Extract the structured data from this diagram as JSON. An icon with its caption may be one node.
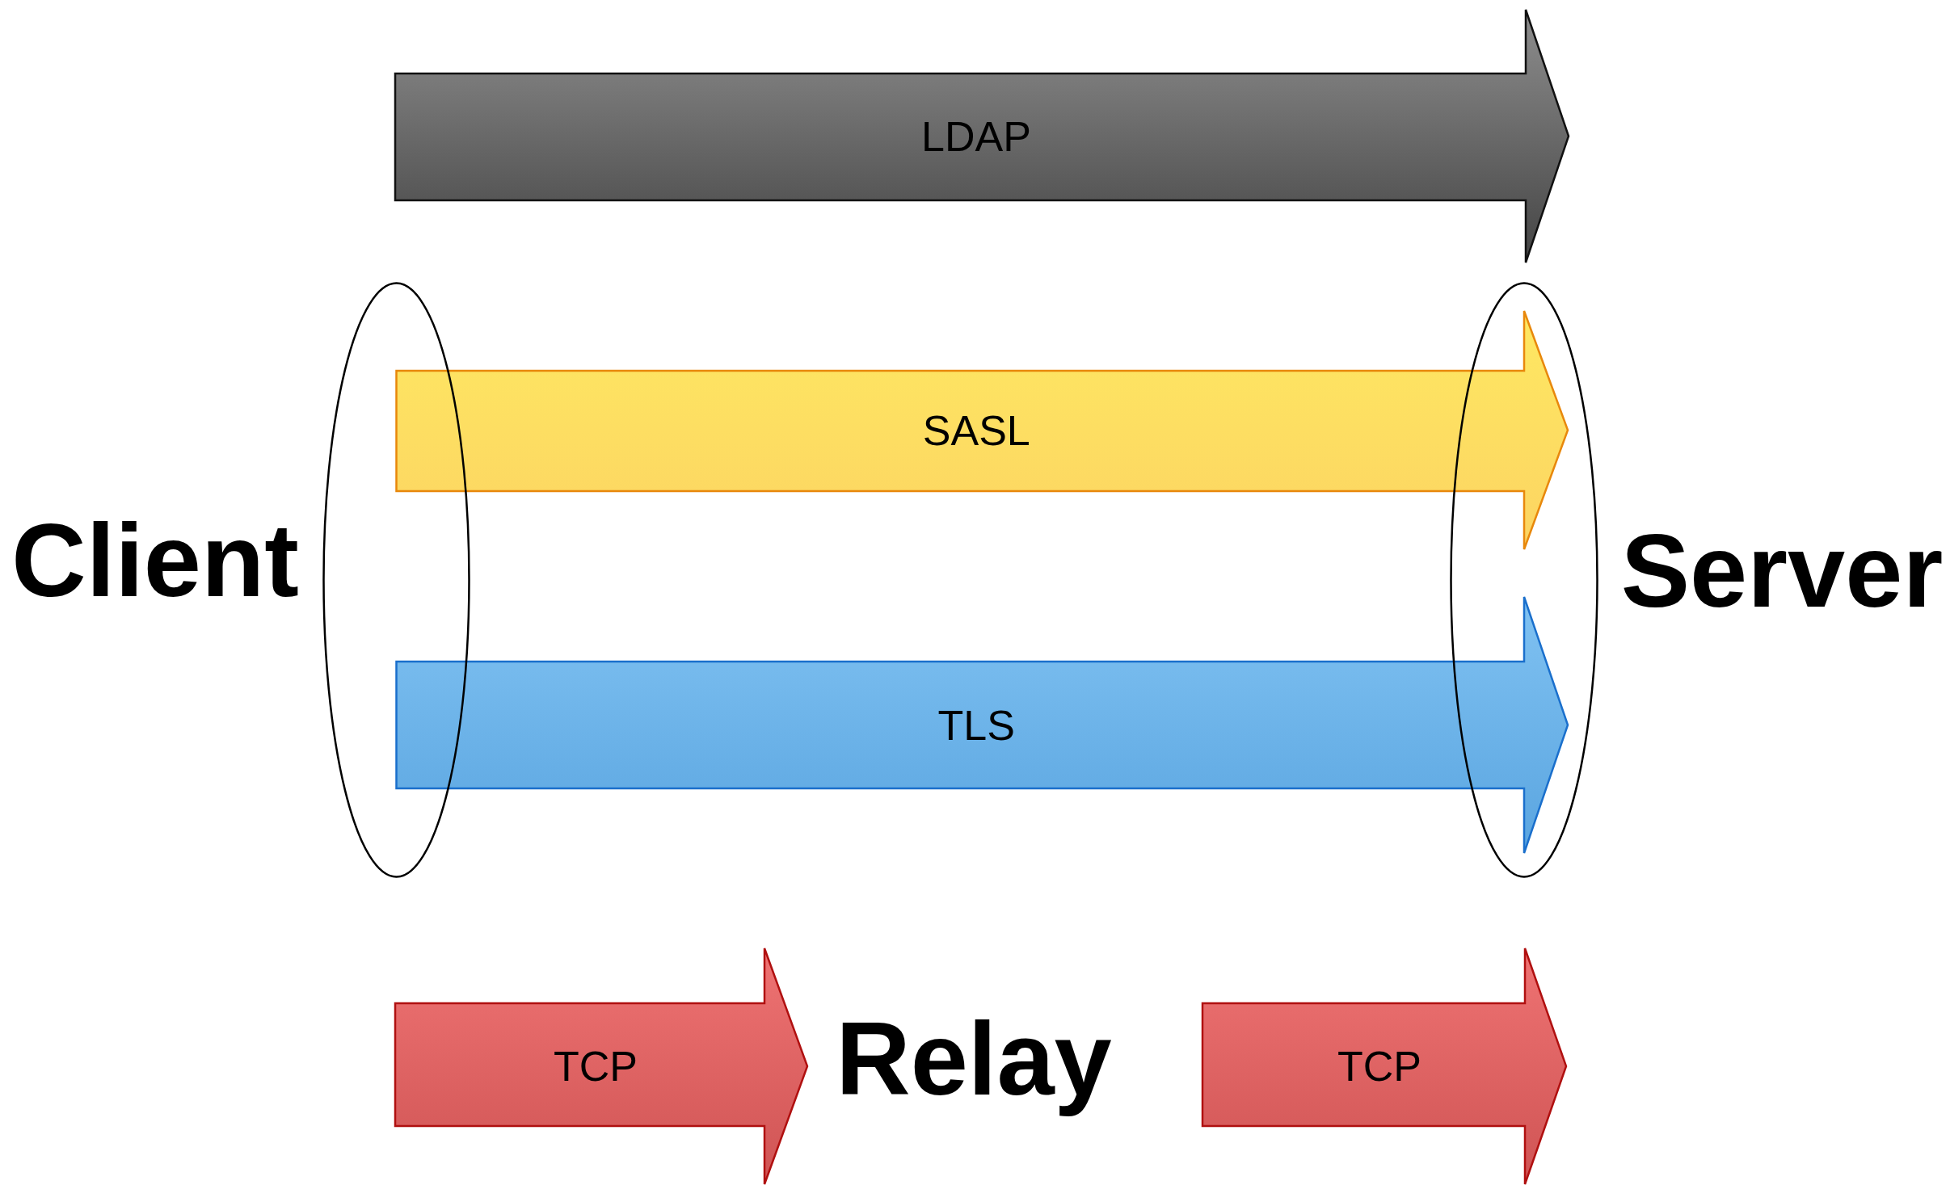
{
  "diagram": {
    "nodes": [
      {
        "text": [
          "LDAP"
        ]
      },
      {
        "text": [],
        "shape": "ellipse"
      },
      {
        "text": [],
        "shape": "ellipse"
      },
      {
        "text": [
          "TCP"
        ]
      },
      {
        "text": [
          "TCP"
        ]
      }
    ],
    "edges": [
      {
        "from": 1,
        "to": 2,
        "arrow": "to",
        "label": "SASL",
        "color": "#e8880c"
      },
      {
        "from": 1,
        "to": 2,
        "arrow": "to",
        "label": "TLS",
        "color": "#1a6fcc"
      }
    ],
    "labels": [
      "Client",
      "Server",
      "Relay"
    ]
  }
}
